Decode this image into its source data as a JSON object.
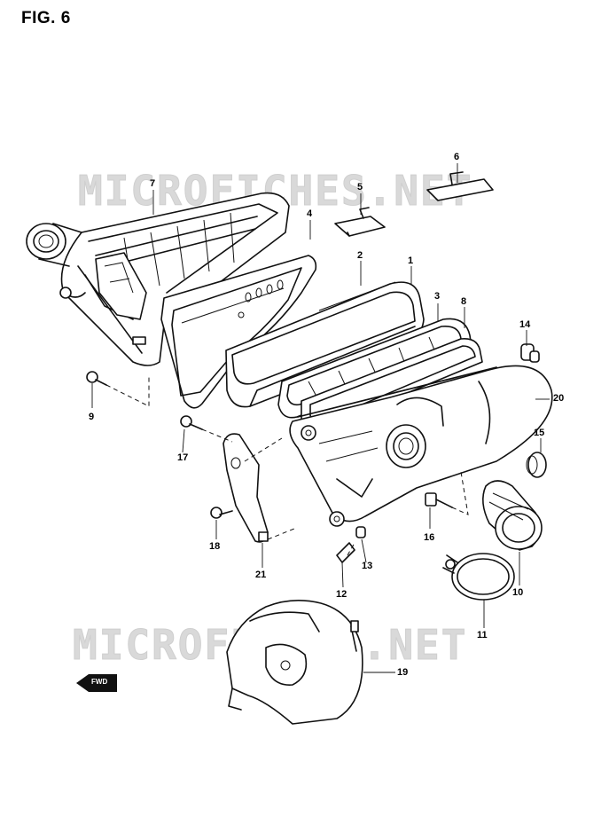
{
  "figure": {
    "title": "FIG. 6"
  },
  "watermark": {
    "text": "MICROFICHES.NET"
  },
  "fwd_badge": {
    "text": "FWD"
  },
  "callouts": [
    "1",
    "2",
    "3",
    "4",
    "5",
    "6",
    "7",
    "8",
    "9",
    "10",
    "11",
    "12",
    "13",
    "14",
    "15",
    "16",
    "17",
    "18",
    "19",
    "20",
    "21"
  ]
}
